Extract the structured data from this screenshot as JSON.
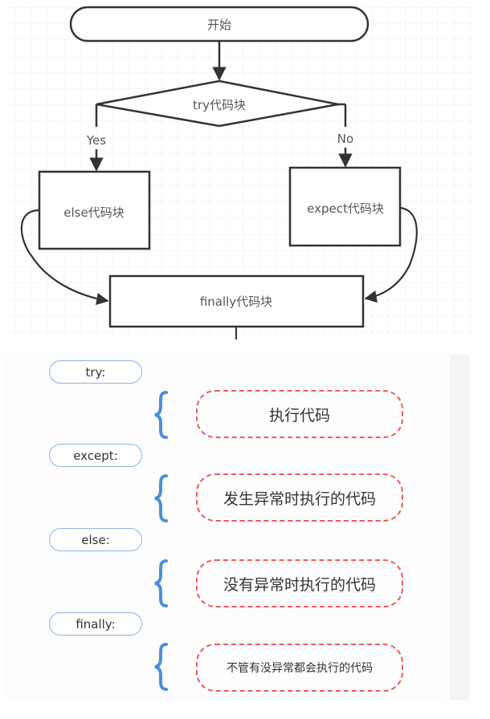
{
  "flowchart": {
    "start": "开始",
    "decision": "try代码块",
    "yes_label": "Yes",
    "no_label": "No",
    "else_block": "else代码块",
    "except_block": "expect代码块",
    "finally_block": "finally代码块"
  },
  "syntax": {
    "rows": [
      {
        "keyword": "try:",
        "description": "执行代码"
      },
      {
        "keyword": "except:",
        "description": "发生异常时执行的代码"
      },
      {
        "keyword": "else:",
        "description": "没有异常时执行的代码"
      },
      {
        "keyword": "finally:",
        "description": "不管有没异常都会执行的代码"
      }
    ]
  },
  "colors": {
    "stroke": "#333333",
    "pill_border": "#8fb4e0",
    "brace": "#4a8fd6",
    "dashed_border": "#f05a5a",
    "grid": "#ececec"
  }
}
